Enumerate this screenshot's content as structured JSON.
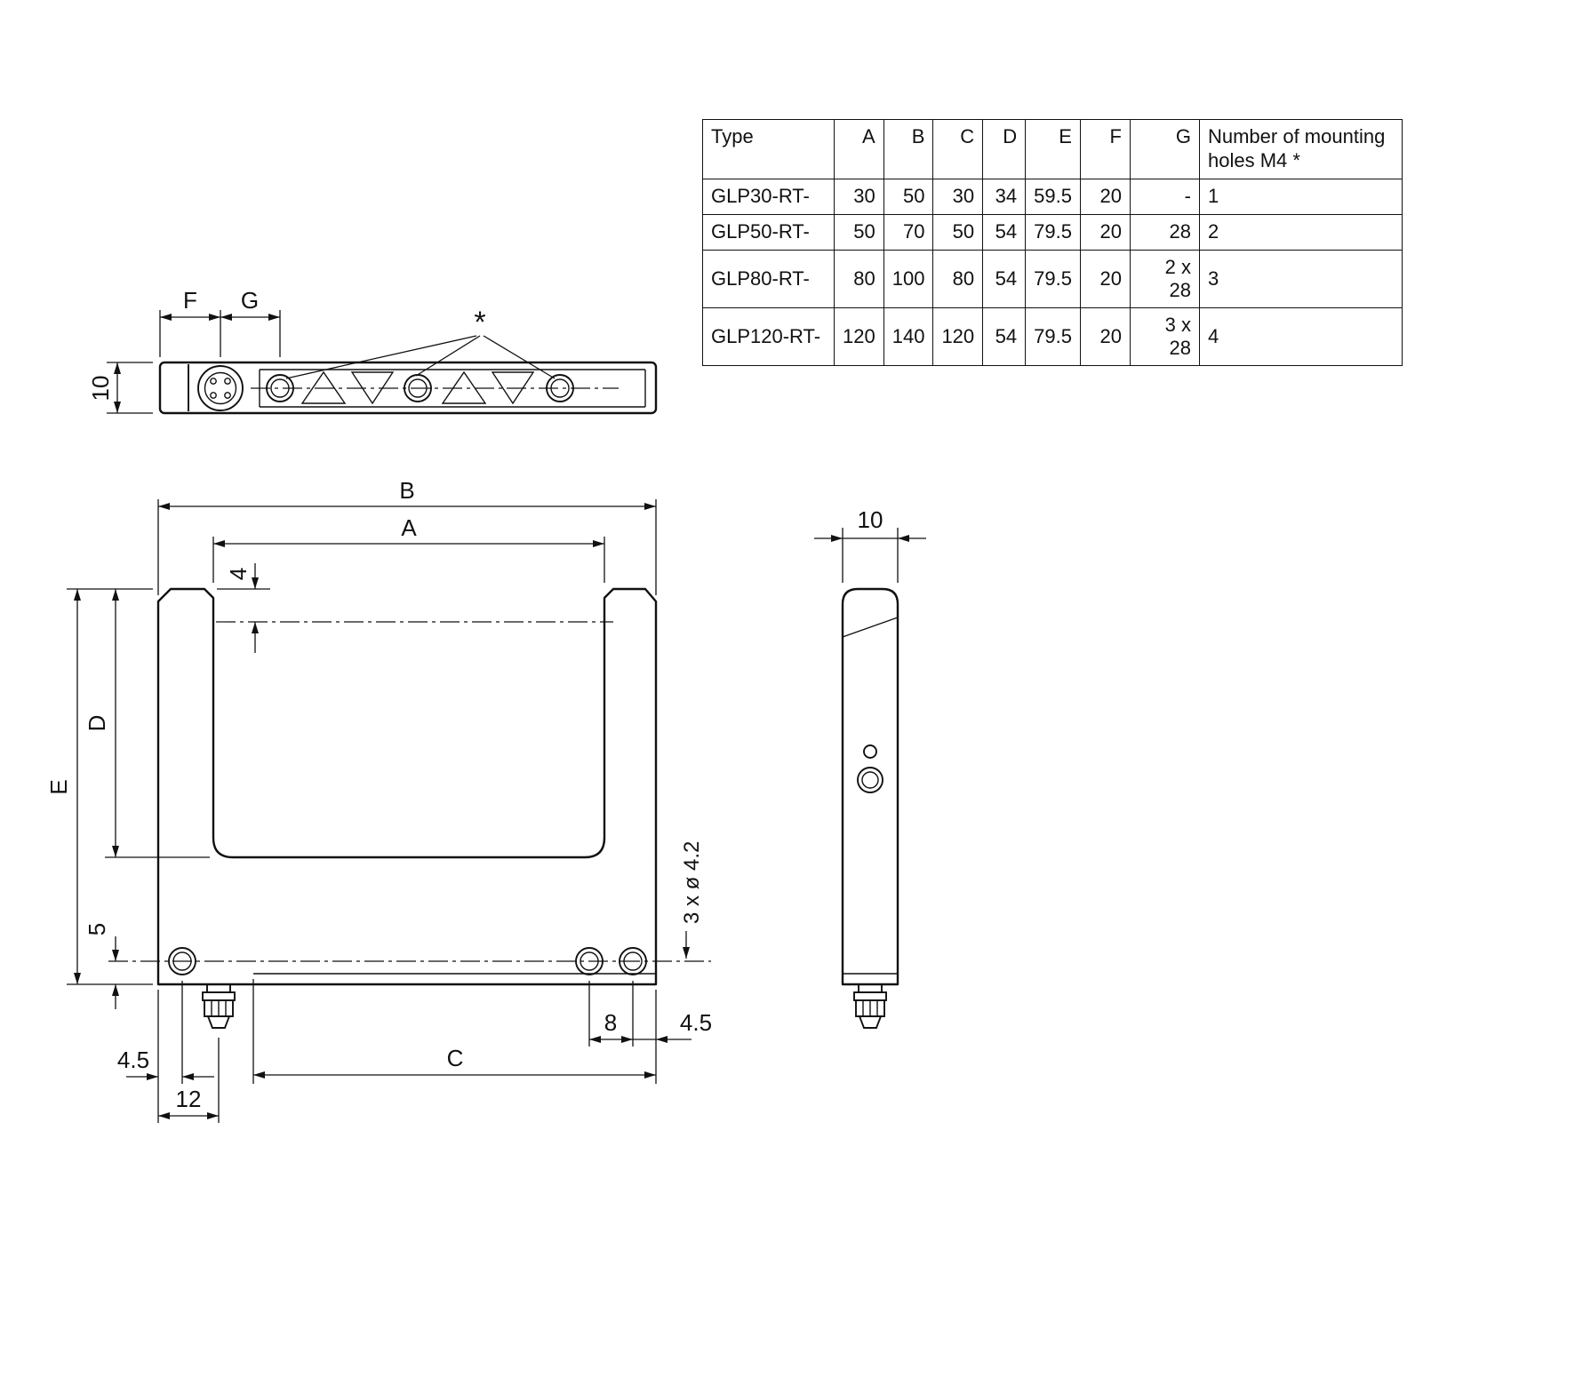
{
  "colors": {
    "ink": "#111111",
    "background": "#ffffff"
  },
  "table": {
    "headers": [
      "Type",
      "A",
      "B",
      "C",
      "D",
      "E",
      "F",
      "G",
      "Number of mounting holes M4 *"
    ],
    "rows": [
      [
        "GLP30-RT-",
        "30",
        "50",
        "30",
        "34",
        "59.5",
        "20",
        "-",
        "1"
      ],
      [
        "GLP50-RT-",
        "50",
        "70",
        "50",
        "54",
        "79.5",
        "20",
        "28",
        "2"
      ],
      [
        "GLP80-RT-",
        "80",
        "100",
        "80",
        "54",
        "79.5",
        "20",
        "2 x 28",
        "3"
      ],
      [
        "GLP120-RT-",
        "120",
        "140",
        "120",
        "54",
        "79.5",
        "20",
        "3 x 28",
        "4"
      ]
    ]
  },
  "top_view": {
    "dim_f": "F",
    "dim_g": "G",
    "dim_height": "10",
    "mounting_holes_marker": "*"
  },
  "front_view": {
    "dim_b": "B",
    "dim_a": "A",
    "dim_axis_offset": "4",
    "dim_d": "D",
    "dim_e": "E",
    "dim_5": "5",
    "dim_45_left": "4.5",
    "dim_12": "12",
    "dim_8": "8",
    "dim_45_right": "4.5",
    "dim_c": "C",
    "hole_note": "3 x ø 4.2"
  },
  "side_view": {
    "dim_width": "10"
  }
}
